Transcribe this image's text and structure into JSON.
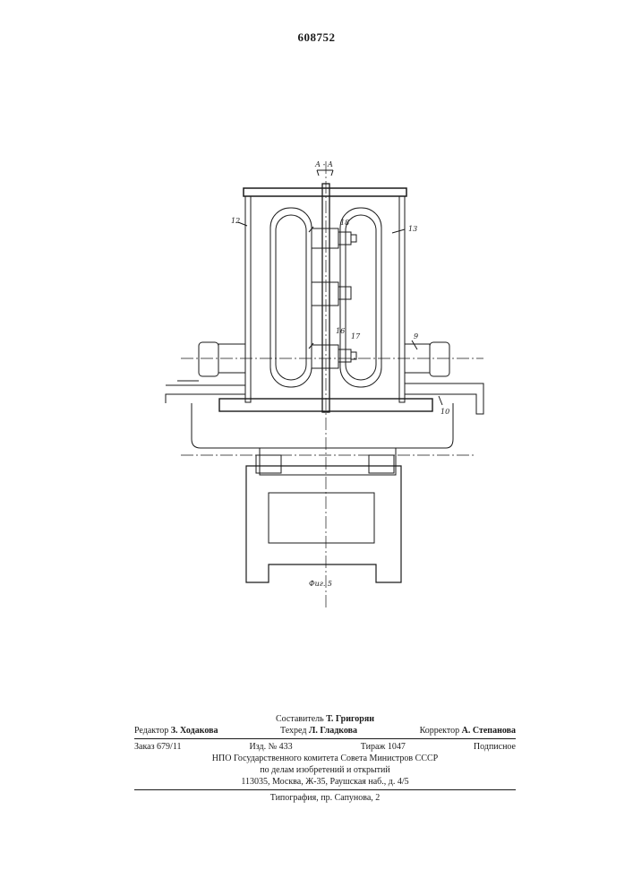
{
  "header": {
    "patent_number": "608752"
  },
  "drawing": {
    "section_label": "А - А",
    "figure_caption": "Фиг. 5",
    "part_labels": {
      "p9": "9",
      "p10": "10",
      "p12": "12",
      "p13": "13",
      "p16": "16",
      "p17": "17",
      "p18": "18"
    }
  },
  "colophon": {
    "compiler_role": "Составитель",
    "compiler_name": "Т. Григорян",
    "editor_role": "Редактор",
    "editor_name": "З. Ходакова",
    "techred_role": "Техред",
    "techred_name": "Л. Гладкова",
    "corrector_role": "Корректор",
    "corrector_name": "А. Степанова",
    "order": "Заказ 679/11",
    "edition": "Изд. № 433",
    "circulation": "Тираж 1047",
    "subscription": "Подписное",
    "org_line1": "НПО Государственного комитета Совета Министров СССР",
    "org_line2": "по делам изобретений и открытий",
    "org_line3": "113035, Москва, Ж-35, Раушская наб., д. 4/5",
    "printer": "Типография, пр. Сапунова, 2"
  }
}
